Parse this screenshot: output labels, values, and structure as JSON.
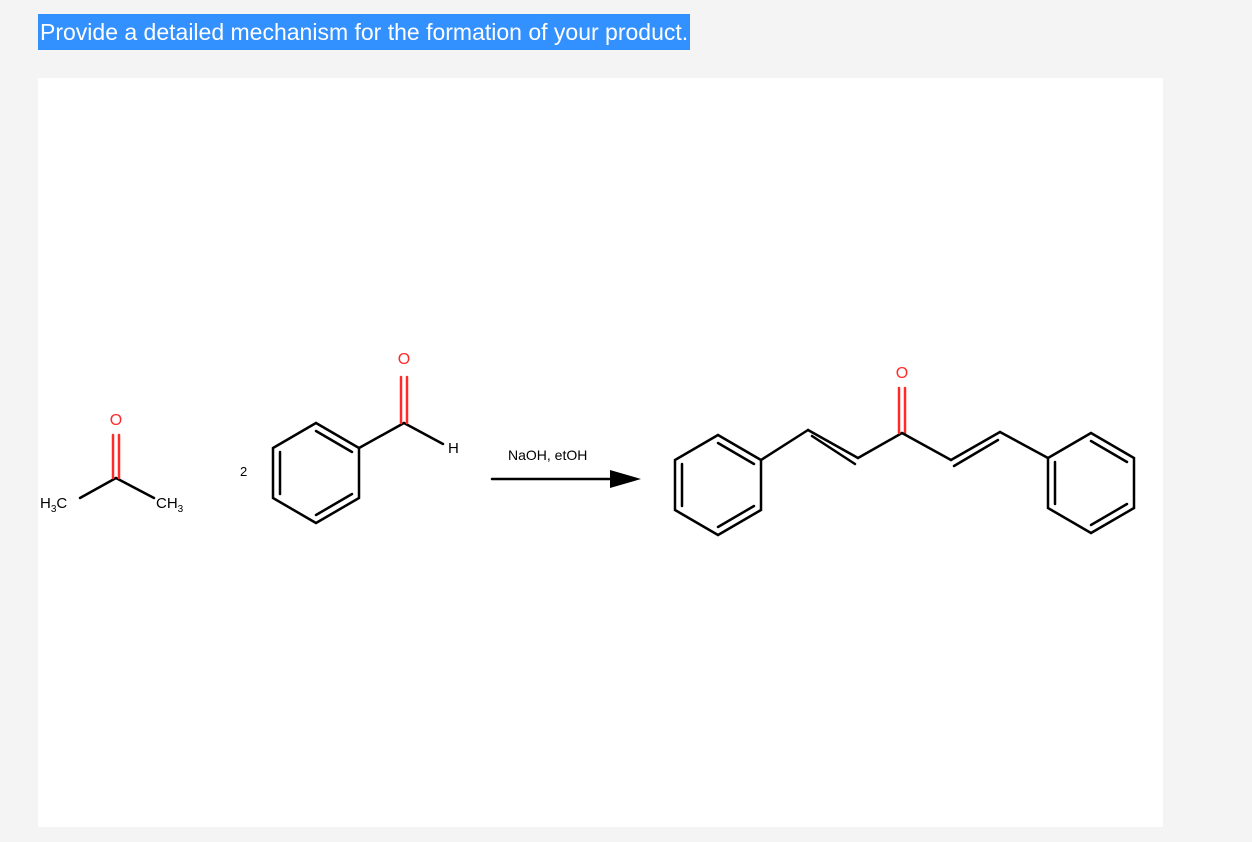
{
  "question": "Provide a detailed mechanism for the formation of your product.",
  "reactant1": {
    "oxygen": "O",
    "left_methyl": {
      "base": "H",
      "sub": "3",
      "end": "C"
    },
    "right_methyl": {
      "base": "CH",
      "sub": "3"
    }
  },
  "reactant2": {
    "coefficient": "2",
    "oxygen": "O",
    "hydrogen": "H"
  },
  "arrow": {
    "reagents": "NaOH, etOH"
  },
  "product": {
    "oxygen": "O"
  },
  "colors": {
    "highlight": "#3390ff",
    "oxygen": "#ff2a2a",
    "panel": "#ffffff",
    "page": "#f4f4f4"
  }
}
